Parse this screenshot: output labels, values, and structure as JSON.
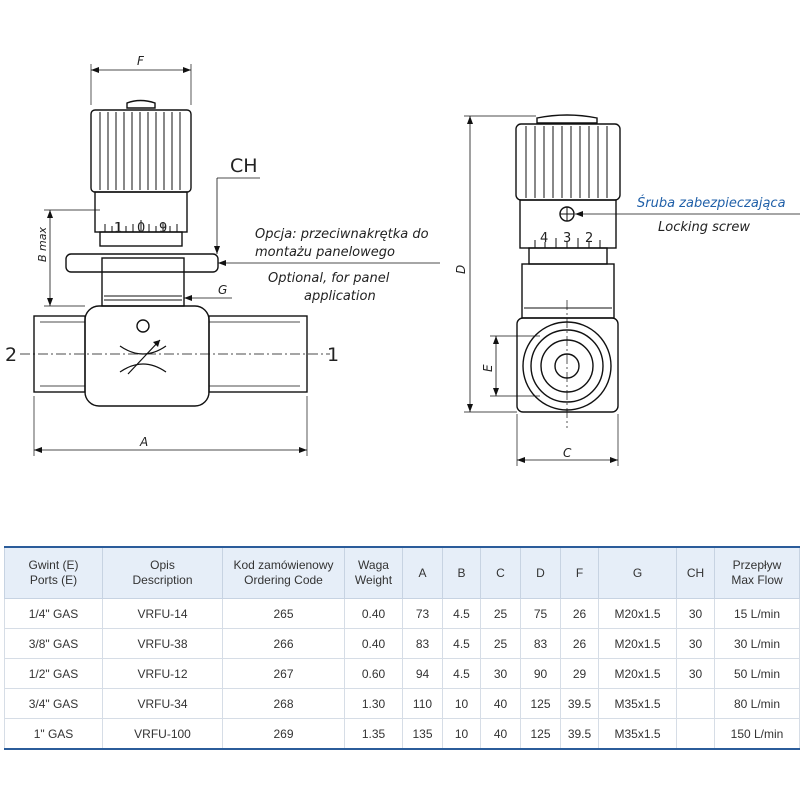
{
  "drawing": {
    "left_view": {
      "dim_F": "F",
      "dim_A": "A",
      "dim_B": "B max",
      "dim_G": "G",
      "dim_CH": "CH",
      "port_left": "2",
      "port_right": "1",
      "scale_ticks": [
        "1",
        "0",
        "9"
      ],
      "option_pl_line1": "Opcja: przeciwnakrętka do",
      "option_pl_line2": "montażu panelowego",
      "option_en_line1": "Optional,  for panel",
      "option_en_line2": "application"
    },
    "right_view": {
      "dim_D": "D",
      "dim_E": "E",
      "dim_C": "C",
      "scale_ticks": [
        "4",
        "3",
        "2"
      ],
      "locking_pl": "Śruba zabezpieczająca",
      "locking_en": "Locking  screw"
    }
  },
  "table": {
    "headers": [
      [
        "Gwint (E)",
        "Ports (E)"
      ],
      [
        "Opis",
        "Description"
      ],
      [
        "Kod zamówienowy",
        "Ordering Code"
      ],
      [
        "Waga",
        "Weight"
      ],
      [
        "A"
      ],
      [
        "B"
      ],
      [
        "C"
      ],
      [
        "D"
      ],
      [
        "F"
      ],
      [
        "G"
      ],
      [
        "CH"
      ],
      [
        "Przepływ",
        "Max Flow"
      ]
    ],
    "rows": [
      [
        "1/4\" GAS",
        "VRFU-14",
        "265",
        "0.40",
        "73",
        "4.5",
        "25",
        "75",
        "26",
        "M20x1.5",
        "30",
        "15 L/min"
      ],
      [
        "3/8\" GAS",
        "VRFU-38",
        "266",
        "0.40",
        "83",
        "4.5",
        "25",
        "83",
        "26",
        "M20x1.5",
        "30",
        "30 L/min"
      ],
      [
        "1/2\" GAS",
        "VRFU-12",
        "267",
        "0.60",
        "94",
        "4.5",
        "30",
        "90",
        "29",
        "M20x1.5",
        "30",
        "50 L/min"
      ],
      [
        "3/4\" GAS",
        "VRFU-34",
        "268",
        "1.30",
        "110",
        "10",
        "40",
        "125",
        "39.5",
        "M35x1.5",
        "",
        "80 L/min"
      ],
      [
        "1\" GAS",
        "VRFU-100",
        "269",
        "1.35",
        "135",
        "10",
        "40",
        "125",
        "39.5",
        "M35x1.5",
        "",
        "150 L/min"
      ]
    ]
  },
  "colors": {
    "line": "#111111",
    "accent": "#2b5c9a",
    "header_bg": "#e6eef8",
    "locking_text": "#1f5fa8"
  }
}
